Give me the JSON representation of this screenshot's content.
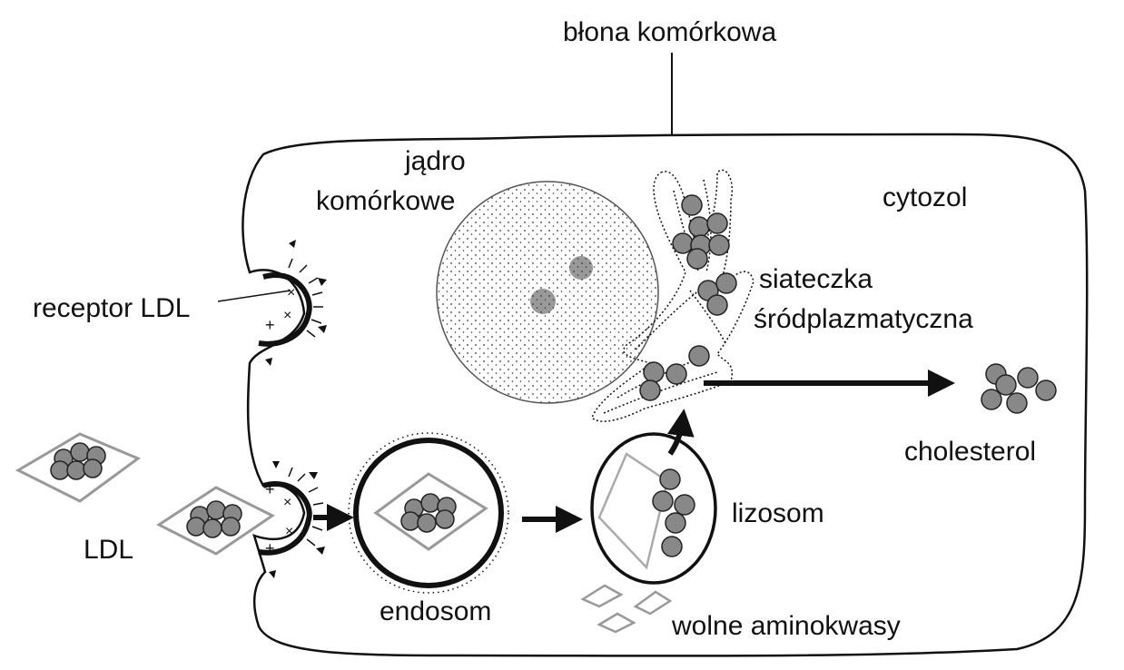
{
  "labels": {
    "cell_membrane": "błona komórkowa",
    "nucleus_line1": "jądro",
    "nucleus_line2": "komórkowe",
    "cytosol": "cytozol",
    "ldl_receptor": "receptor LDL",
    "er_line1": "siateczka",
    "er_line2": "śródplazmatyczna",
    "cholesterol": "cholesterol",
    "ldl": "LDL",
    "lysosome": "lizosom",
    "endosome": "endosom",
    "free_amino_acids": "wolne aminokwasy"
  },
  "colors": {
    "ink": "#111111",
    "particle_fill": "#8a8a8a",
    "protein_coat": "#aaaaaa",
    "background": "#ffffff"
  }
}
